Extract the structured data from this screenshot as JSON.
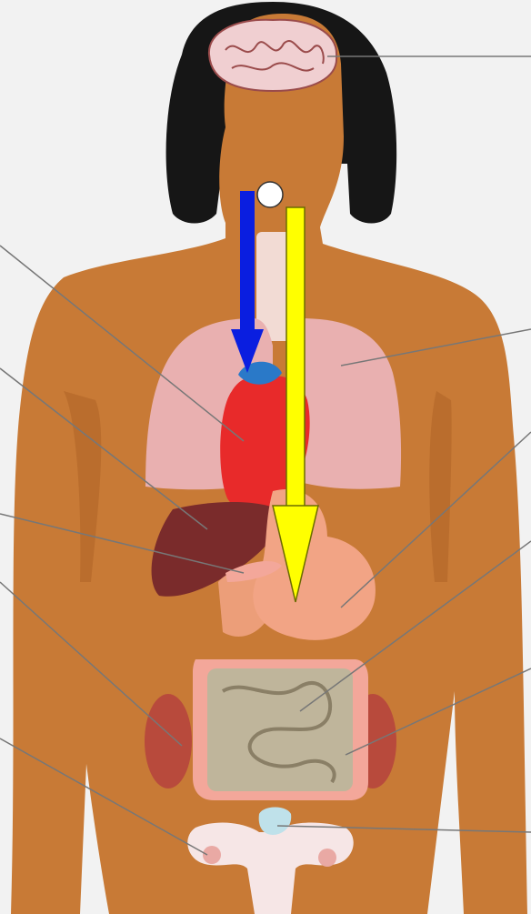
{
  "colors": {
    "background": "#f2f2f2",
    "skin": "#c87a36",
    "skin_shadow": "#b3682a",
    "hair": "#161616",
    "brain": "#f0cfd1",
    "lungs": "#e9b0b0",
    "heart": "#e82a2a",
    "liver": "#7a2b2b",
    "stomach": "#f2a485",
    "intestine": "#bfb59b",
    "colon": "#f3a79a",
    "kidney": "#b84a3c",
    "uterus": "#f6e6e6",
    "blue_arrow": "#0a1ee0",
    "yellow_arrow": "#ffff00",
    "leader_line": "#777777"
  },
  "icons": {
    "origin_marker": "white-circle",
    "blue_arrow": "down-arrow",
    "yellow_arrow": "down-arrow"
  },
  "labels": []
}
